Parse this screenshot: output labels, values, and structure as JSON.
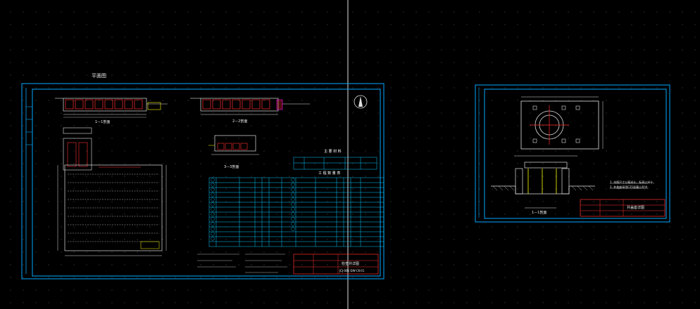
{
  "colors": {
    "background": "#000000",
    "border": "#00a8ff",
    "line": "#e0e0e0",
    "accent": "#ff2a2a",
    "yellow": "#ffff00",
    "cyan": "#00ffff"
  },
  "drawing_left": {
    "top_label": "平面图",
    "section_a": "1—1剖面",
    "section_b": "2—2剖面",
    "section_c": "3—3剖面",
    "table1_title": "主 要 材 料",
    "table2_title": "工 程 数 量 表",
    "title_block_name": "检查井详图",
    "drawing_no": "JCJ-001-DW-CK-01"
  },
  "drawing_right": {
    "section_label": "1—1剖面",
    "title_block_name": "井盖座详图",
    "note1": "1. 本图尺寸以毫米计，标高以米计。",
    "note2": "2. 井盖座采用C25混凝土现浇。"
  }
}
